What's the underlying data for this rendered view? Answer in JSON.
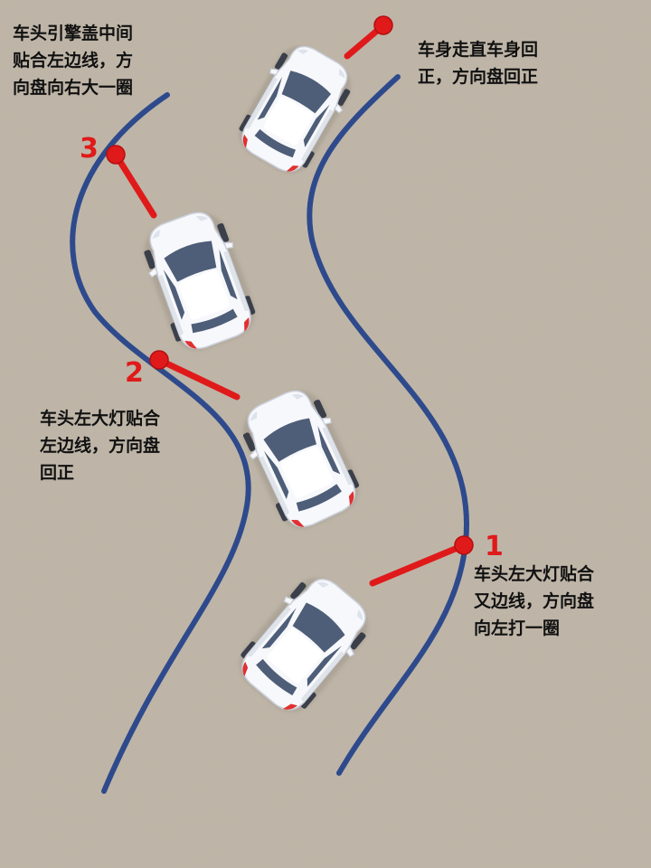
{
  "colors": {
    "background": "#bfb6a8",
    "road_line": "#2e4a8c",
    "marker": "#e01a1a",
    "car_body": "#f7f8fb",
    "car_glass": "#4e5e78",
    "tail_light": "#e03030"
  },
  "icons": [
    "car-icon"
  ],
  "steps": [
    {
      "number": "1",
      "lines": [
        "车头左大灯贴合",
        "又边线，方向盘",
        "向左打一圈"
      ]
    },
    {
      "number": "2",
      "lines": [
        "车头左大灯贴合",
        "左边线，方向盘",
        "回正"
      ]
    },
    {
      "number": "3",
      "lines": [
        "车头引擎盖中间",
        "贴合左边线，方",
        "向盘向右大一圈"
      ]
    }
  ],
  "final": {
    "lines": [
      "车身走直车身回",
      "正，方向盘回正"
    ]
  }
}
